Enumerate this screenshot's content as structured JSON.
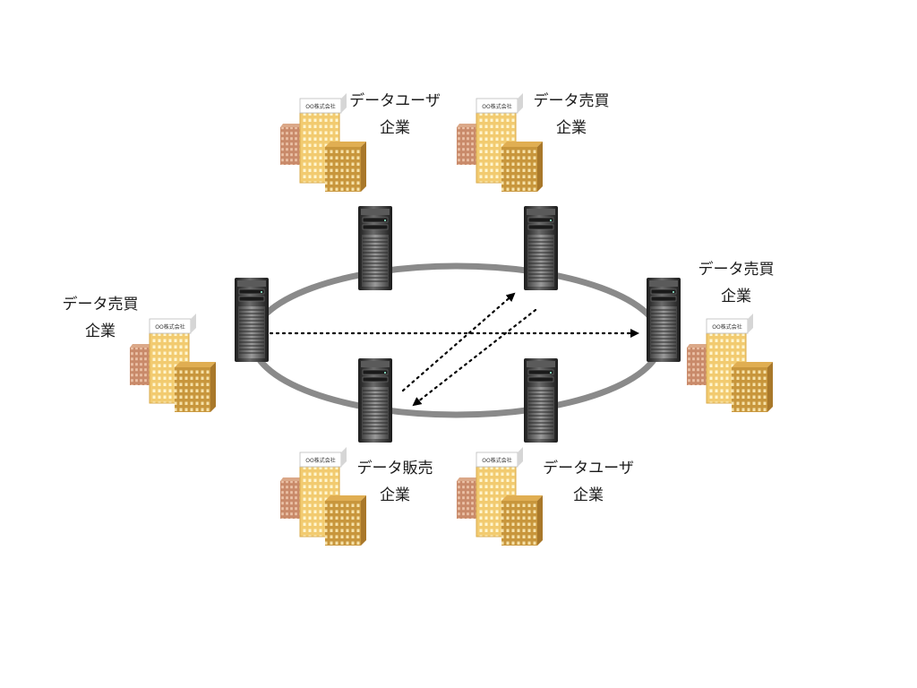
{
  "companies": [
    {
      "id": "top-left",
      "line1": "データユーザ",
      "line2": "企業",
      "sign": "OO株式会社"
    },
    {
      "id": "top-right",
      "line1": "データ売買",
      "line2": "企業",
      "sign": "OO株式会社"
    },
    {
      "id": "left",
      "line1": "データ売買",
      "line2": "企業",
      "sign": "OO株式会社"
    },
    {
      "id": "right",
      "line1": "データ売買",
      "line2": "企業",
      "sign": "OO株式会社"
    },
    {
      "id": "bottom-left",
      "line1": "データ販売",
      "line2": "企業",
      "sign": "OO株式会社"
    },
    {
      "id": "bottom-right",
      "line1": "データユーザ",
      "line2": "企業",
      "sign": "OO株式会社"
    }
  ],
  "colors": {
    "ring": "#8a8a8a",
    "building_main": "#f0c76a",
    "building_side": "#c9963a",
    "building_small": "#c98a6a",
    "server": "#3a3a3a",
    "arrow": "#000000"
  }
}
